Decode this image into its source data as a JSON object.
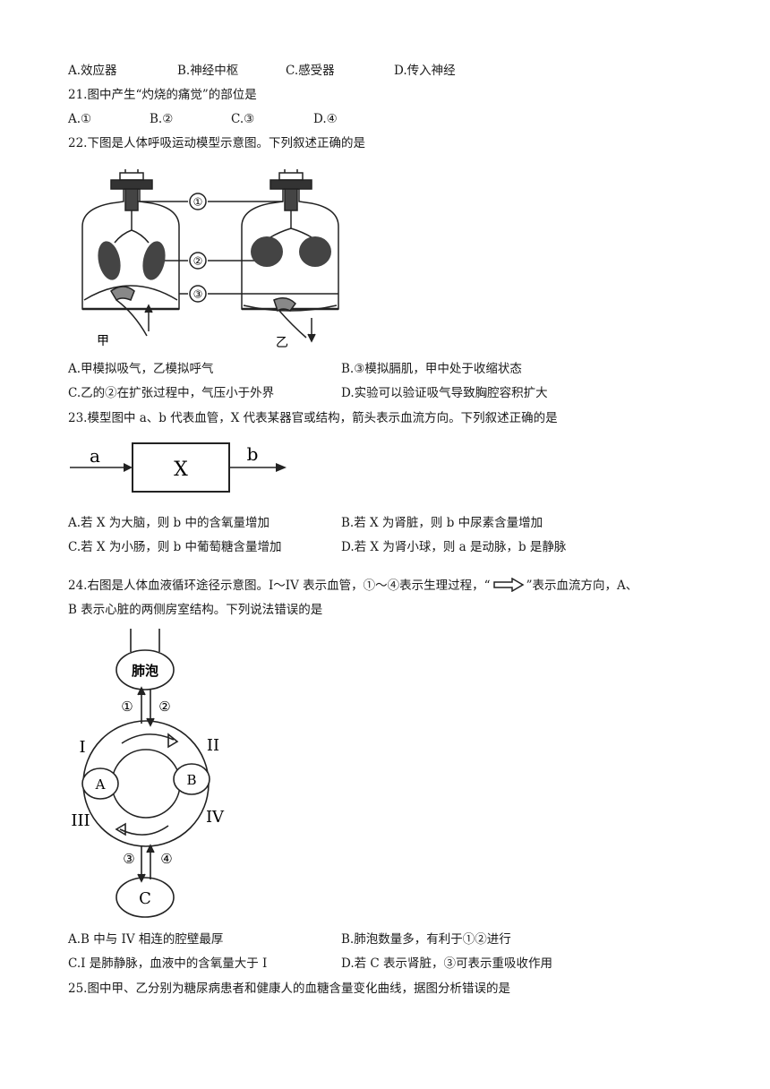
{
  "q20": {
    "opts": [
      "A.效应器",
      "B.神经中枢",
      "C.感受器",
      "D.传入神经"
    ]
  },
  "q21": {
    "stem": "21.图中产生“灼烧的痛觉”的部位是",
    "opts": [
      "A.①",
      "B.②",
      "C.③",
      "D.④"
    ]
  },
  "q22": {
    "stem": "22.下图是人体呼吸运动模型示意图。下列叙述正确的是",
    "fig": {
      "labels": [
        "①",
        "②",
        "③"
      ],
      "left": "甲",
      "right": "乙"
    },
    "opts": [
      "A.甲模拟吸气，乙模拟呼气",
      "B.③模拟膈肌，甲中处于收缩状态",
      "C.乙的②在扩张过程中，气压小于外界",
      "D.实验可以验证吸气导致胸腔容积扩大"
    ]
  },
  "q23": {
    "stem": "23.模型图中 a、b 代表血管，X 代表某器官或结构，箭头表示血流方向。下列叙述正确的是",
    "fig": {
      "in": "a",
      "box": "X",
      "out": "b"
    },
    "opts": [
      "A.若 X 为大脑，则 b 中的含氧量增加",
      "B.若 X 为肾脏，则 b 中尿素含量增加",
      "C.若 X 为小肠，则 b 中葡萄糖含量增加",
      "D.若 X 为肾小球，则 a 是动脉，b 是静脉"
    ]
  },
  "q24": {
    "stem1a": "24.右图是人体血液循环途径示意图。I～IV 表示血管，①～④表示生理过程，“",
    "stem1b": "”表示血流方向，A、",
    "stem2": "B 表示心脏的两侧房室结构。下列说法错误的是",
    "fig": {
      "alveolus": "肺泡",
      "c": "C",
      "a": "A",
      "b": "B",
      "n1": "①",
      "n2": "②",
      "n3": "③",
      "n4": "④",
      "r1": "I",
      "r2": "II",
      "r3": "III",
      "r4": "IV"
    },
    "opts": [
      "A.B 中与 IV 相连的腔壁最厚",
      "B.肺泡数量多，有利于①②进行",
      "C.I 是肺静脉，血液中的含氧量大于 I",
      "D.若 C 表示肾脏，③可表示重吸收作用"
    ]
  },
  "q25": {
    "stem": "25.图中甲、乙分别为糖尿病患者和健康人的血糖含量变化曲线，据图分析错误的是"
  }
}
